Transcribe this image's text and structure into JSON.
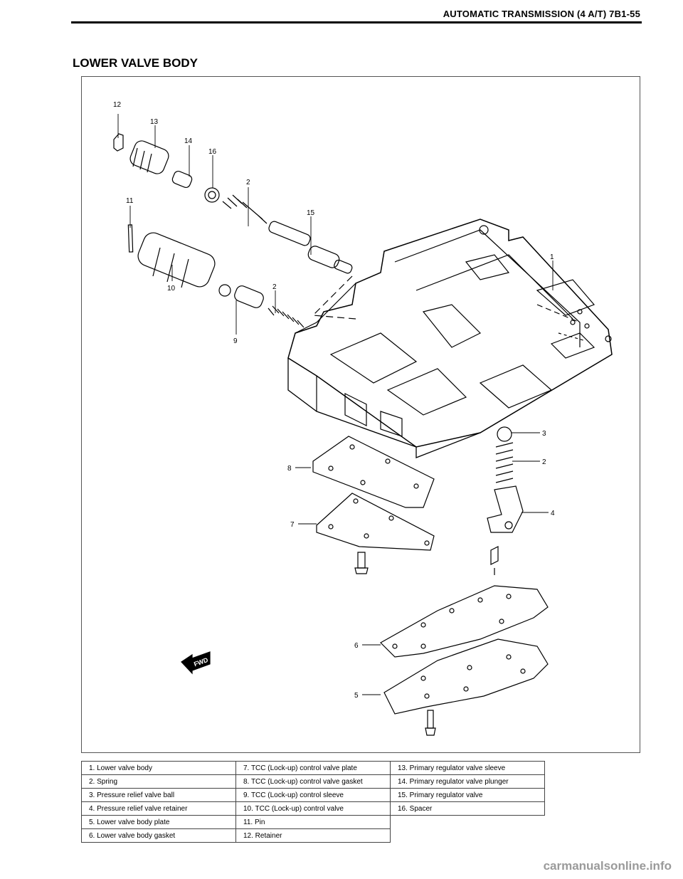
{
  "header": {
    "title": "AUTOMATIC TRANSMISSION (4 A/T) 7B1-55"
  },
  "section": {
    "title": "LOWER VALVE BODY"
  },
  "figure": {
    "fwd_label": "FWD",
    "callouts": {
      "c12": "12",
      "c13": "13",
      "c14": "14",
      "c16": "16",
      "c2a": "2",
      "c15": "15",
      "c11": "11",
      "c1": "1",
      "c10": "10",
      "c2b": "2",
      "c9": "9",
      "c3": "3",
      "c2c": "2",
      "c8": "8",
      "c4": "4",
      "c7": "7",
      "c6": "6",
      "c5": "5"
    }
  },
  "legend": {
    "rows": [
      [
        "1.   Lower valve body",
        "7.   TCC (Lock-up) control valve plate",
        "13.  Primary regulator valve sleeve"
      ],
      [
        "2.   Spring",
        "8.   TCC (Lock-up) control valve gasket",
        "14.  Primary regulator valve plunger"
      ],
      [
        "3.   Pressure relief valve ball",
        "9.   TCC (Lock-up) control sleeve",
        "15.  Primary regulator valve"
      ],
      [
        "4.   Pressure relief valve retainer",
        "10.  TCC (Lock-up) control valve",
        "16.  Spacer"
      ],
      [
        "5.   Lower valve body plate",
        "11.  Pin",
        ""
      ],
      [
        "6.   Lower valve body gasket",
        "12.  Retainer",
        ""
      ]
    ]
  },
  "watermark": {
    "text": "carmanualsonline.info"
  }
}
